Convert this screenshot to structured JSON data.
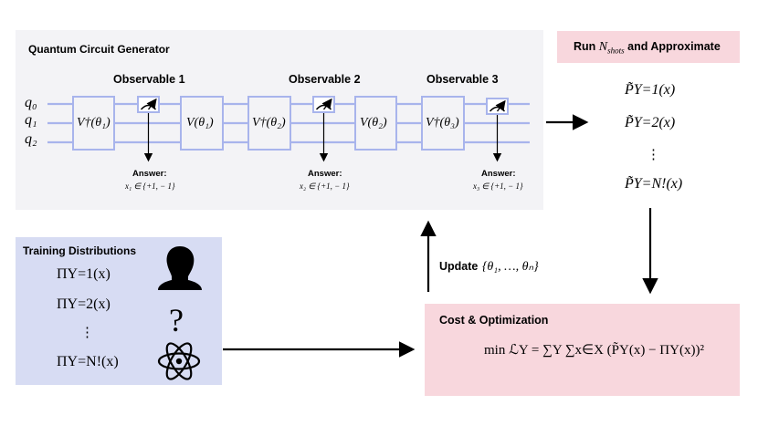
{
  "circuit": {
    "title": "Quantum Circuit Generator",
    "observables": [
      "Observable 1",
      "Observable 2",
      "Observable 3"
    ],
    "qubits": [
      "q₀",
      "q₁",
      "q₂"
    ],
    "gates": [
      {
        "dagger": "V†(θ₁)",
        "plain": "V(θ₁)"
      },
      {
        "dagger": "V†(θ₂)",
        "plain": "V(θ₂)"
      },
      {
        "dagger": "V†(θ₃)"
      }
    ],
    "answers": [
      {
        "label": "Answer:",
        "value": "x₁ ∈ {+1, − 1}"
      },
      {
        "label": "Answer:",
        "value": "x₂ ∈ {+1, − 1}"
      },
      {
        "label": "Answer:",
        "value": "x₃ ∈ {+1, − 1}"
      }
    ]
  },
  "run": {
    "title_prefix": "Run",
    "title_symbol": "N",
    "title_sub": "shots",
    "title_suffix": "and Approximate",
    "items": [
      "P̃Y=1(x)",
      "P̃Y=2(x)",
      "P̃Y=N!(x)"
    ],
    "ellipsis": "⋮"
  },
  "update": {
    "label": "Update",
    "params": "{θ₁, …, θₙ}"
  },
  "training": {
    "title": "Training Distributions",
    "items": [
      "ΠY=1(x)",
      "ΠY=2(x)",
      "ΠY=N!(x)"
    ],
    "ellipsis": "⋮",
    "question": "?"
  },
  "cost": {
    "title": "Cost & Optimization",
    "formula": "min ℒY = ∑Y ∑x∈X (P̃Y(x) − ΠY(x))²"
  },
  "colors": {
    "circuit_bg": "#f3f3f6",
    "training_bg": "#d7dcf3",
    "cost_bg": "#f8d7dd",
    "wire": "#a8b4ec"
  },
  "icons": [
    "person-icon",
    "atom-icon",
    "meter-icon"
  ]
}
